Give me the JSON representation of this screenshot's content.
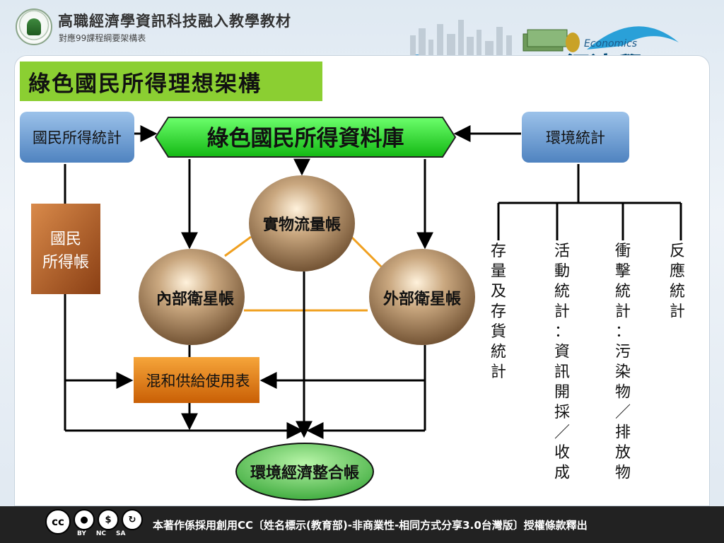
{
  "header": {
    "title": "高職經濟學資訊科技融入教學教材",
    "subtitle": "對應99課程綱要架構表",
    "brand_en": "Economics",
    "brand_zh": "經濟學"
  },
  "slide": {
    "title": "綠色國民所得理想架構"
  },
  "diagram": {
    "national_income_stats": "國民所得統計",
    "green_database": "綠色國民所得資料庫",
    "environment_stats": "環境統計",
    "national_income_account_line1": "國民",
    "national_income_account_line2": "所得帳",
    "physical_flow_account": "實物流量帳",
    "internal_satellite": "內部衛星帳",
    "external_satellite": "外部衛星帳",
    "hybrid_supply_use": "混和供給使用表",
    "seea": "環境經濟整合帳",
    "env_branches": [
      "存量及存貨統計",
      "活動統計：資訊開採／收成",
      "衝擊統計：污染物／排放物",
      "反應統計"
    ],
    "colors": {
      "blue_box": "#5b8fc8",
      "green_db": "#22dd22",
      "brown_box": "#b5602a",
      "orange_box": "#e07a10",
      "sphere": "#8a6a48",
      "seea": "#5cc85c",
      "triangle": "#f0a020"
    }
  },
  "footer": {
    "cc_labels": [
      "BY",
      "NC",
      "SA"
    ],
    "license_text": "本著作係採用創用CC〔姓名標示(教育部)-非商業性-相同方式分享3.0台灣版〕授權條款釋出"
  }
}
